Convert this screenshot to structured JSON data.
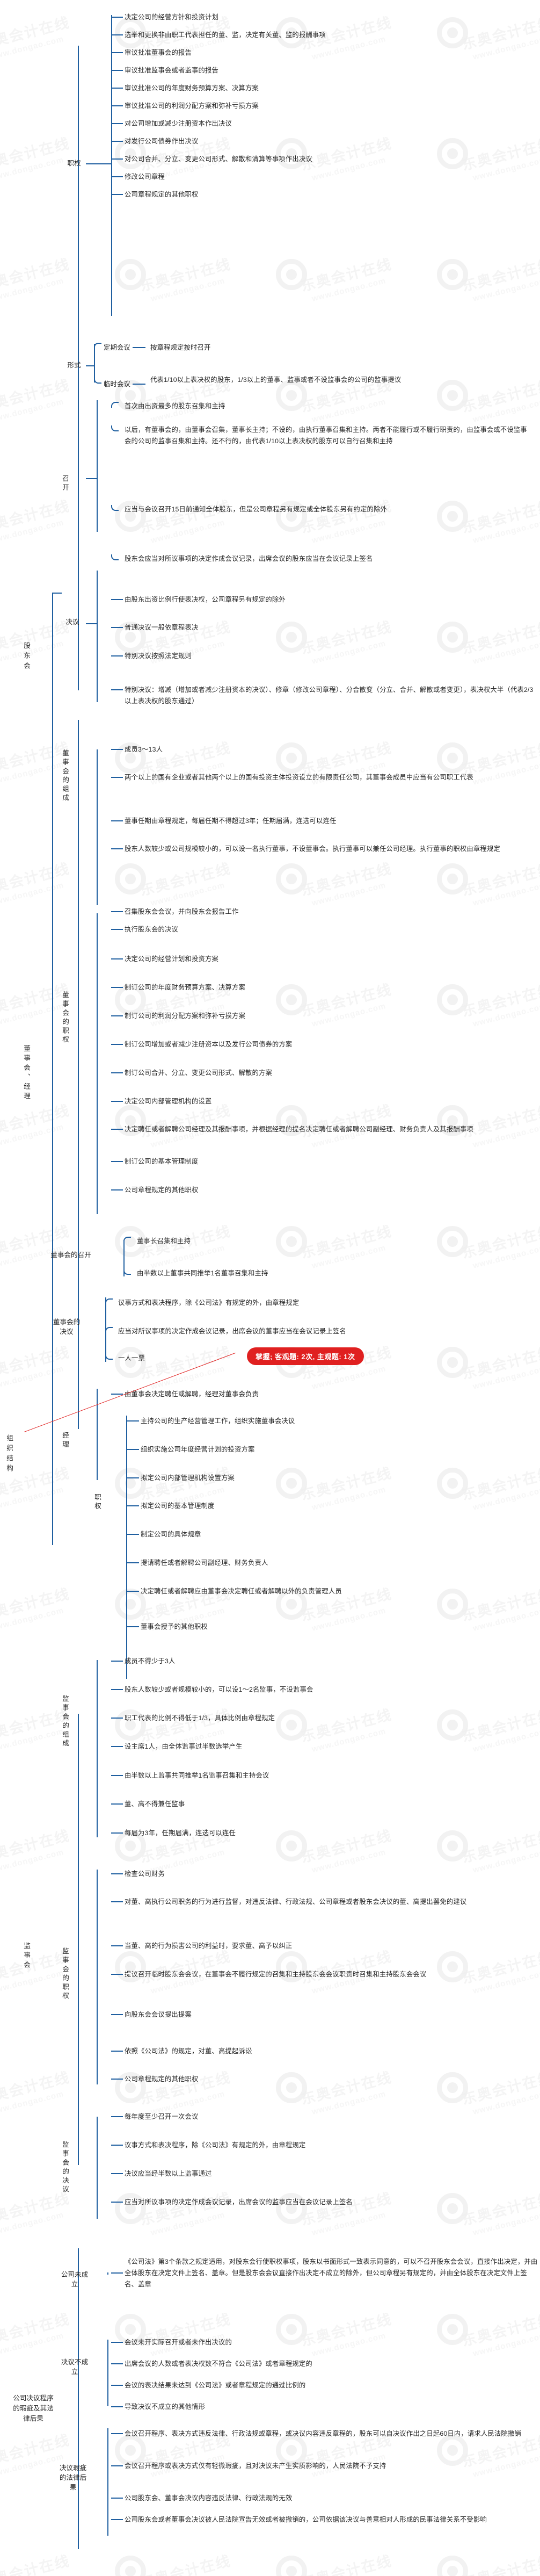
{
  "root": {
    "label": "组织结构"
  },
  "colors": {
    "line": "#1f5fa0",
    "text": "#262626",
    "badge": "#e02020"
  },
  "watermark": {
    "brand": "东奥会计在线",
    "url": "www.dongao.com"
  },
  "badge": {
    "text": "掌握; 客观题: 2次, 主观题: 1次"
  },
  "branches": {
    "shareholders_meeting": {
      "label": "股东会",
      "groups": {
        "powers": {
          "label": "职权",
          "items": [
            "决定公司的经营方针和投资计划",
            "选举和更换非由职工代表担任的董、监，决定有关董、监的报酬事项",
            "审议批准董事会的报告",
            "审议批准监事会或者监事的报告",
            "审议批准公司的年度财务预算方案、决算方案",
            "审议批准公司的利润分配方案和弥补亏损方案",
            "对公司增加或减少注册资本作出决议",
            "对发行公司债券作出决议",
            "对公司合并、分立、变更公司形式、解散和清算等事项作出决议",
            "修改公司章程",
            "公司章程规定的其他职权"
          ]
        },
        "forms": {
          "label": "形式",
          "items": [
            {
              "name": "定期会议",
              "detail": "按章程规定按时召开"
            },
            {
              "name": "临时会议",
              "detail": "代表1/10以上表决权的股东，1/3以上的董事、监事或者不设监事会的公司的监事提议"
            }
          ]
        },
        "convening": {
          "label": "召开",
          "items": [
            "首次由出资最多的股东召集和主持",
            "以后，有董事会的，由董事会召集，董事长主持；不设的，由执行董事召集和主持。两者不能履行或不履行职责的，由监事会或不设监事会的公司的监事召集和主持。还不行的，由代表1/10以上表决权的股东可以自行召集和主持",
            "应当与会议召开15日前通知全体股东，但是公司章程另有规定或全体股东另有约定的除外",
            "股东会应当对所议事项的决定作成会议记录，出席会议的股东应当在会议记录上签名"
          ]
        },
        "resolutions": {
          "label": "决议",
          "items": [
            "由股东出资比例行使表决权，公司章程另有规定的除外",
            "普通决议一般依章程表决",
            "特别决议按照法定规则",
            "特别决议：增减（增加或者减少注册资本的决议）、修章（修改公司章程）、分合散变（分立、合并、解散或者变更），表决权大半（代表2/3以上表决权的股东通过）"
          ]
        }
      }
    },
    "board_and_manager": {
      "label": "董事会、经理",
      "groups": {
        "board_composition": {
          "label": "董事会的组成",
          "items": [
            "成员3～13人",
            "两个以上的国有企业或者其他两个以上的国有投资主体投资设立的有限责任公司，其董事会成员中应当有公司职工代表",
            "董事任期由章程规定，每届任期不得超过3年；任期届满，连选可以连任",
            "股东人数较少或公司规模较小的，可以设一名执行董事，不设董事会。执行董事可以兼任公司经理。执行董事的职权由章程规定"
          ]
        },
        "board_powers": {
          "label": "董事会的职权",
          "items": [
            "召集股东会会议，并向股东会报告工作",
            "执行股东会的决议",
            "决定公司的经营计划和投资方案",
            "制订公司的年度财务预算方案、决算方案",
            "制订公司的利润分配方案和弥补亏损方案",
            "制订公司增加或者减少注册资本以及发行公司债券的方案",
            "制订公司合并、分立、变更公司形式、解散的方案",
            "决定公司内部管理机构的设置",
            "决定聘任或者解聘公司经理及其报酬事项，并根据经理的提名决定聘任或者解聘公司副经理、财务负责人及其报酬事项",
            "制订公司的基本管理制度",
            "公司章程规定的其他职权"
          ]
        },
        "board_convening": {
          "label": "董事会的召开",
          "items": [
            "董事长召集和主持",
            "由半数以上董事共同推举1名董事召集和主持"
          ]
        },
        "board_resolutions": {
          "label": "董事会的决议",
          "items": [
            "议事方式和表决程序，除《公司法》有规定的外，由章程规定",
            "应当对所议事项的决定作成会议记录，出席会议的董事应当在会议记录上签名",
            "一人一票"
          ]
        },
        "manager": {
          "label": "经理",
          "appointment": "由董事会决定聘任或解聘，经理对董事会负责",
          "powers_label": "职权",
          "powers": [
            "主持公司的生产经营管理工作，组织实施董事会决议",
            "组织实施公司年度经营计划的投资方案",
            "拟定公司内部管理机构设置方案",
            "拟定公司的基本管理制度",
            "制定公司的具体规章",
            "提请聘任或者解聘公司副经理、财务负责人",
            "决定聘任或者解聘应由董事会决定聘任或者解聘以外的负责管理人员",
            "董事会授予的其他职权"
          ]
        }
      }
    },
    "supervisory_board": {
      "label": "监事会",
      "groups": {
        "composition": {
          "label": "监事会的组成",
          "items": [
            "成员不得少于3人",
            "股东人数较少或者规模较小的，可以设1～2名监事，不设监事会",
            "职工代表的比例不得低于1/3，具体比例由章程规定",
            "设主席1人，由全体监事过半数选举产生",
            "由半数以上监事共同推举1名监事召集和主持会议",
            "董、高不得兼任监事",
            "每届为3年，任期届满，连选可以连任"
          ]
        },
        "powers": {
          "label": "监事会的职权",
          "items": [
            "检查公司财务",
            "对董、高执行公司职务的行为进行监督，对违反法律、行政法规、公司章程或者股东会决议的董、高提出罢免的建议",
            "当董、高的行为损害公司的利益时，要求董、高予以纠正",
            "提议召开临时股东会会议，在董事会不履行规定的召集和主持股东会会议职责时召集和主持股东会会议",
            "向股东会会议提出提案",
            "依照《公司法》的规定，对董、高提起诉讼",
            "公司章程规定的其他职权"
          ]
        },
        "resolutions": {
          "label": "监事会的决议",
          "items": [
            "每年度至少召开一次会议",
            "议事方式和表决程序，除《公司法》有规定的外，由章程规定",
            "决议应当经半数以上监事通过",
            "应当对所议事项的决定作成会议记录，出席会议的监事应当在会议记录上签名"
          ]
        }
      }
    },
    "decision_procedure": {
      "label": "公司决议程序的瑕疵及其法律后果",
      "groups": {
        "not_established": {
          "label": "公司未成立",
          "items": [
            "《公司法》第3个条款之规定适用，对股东会行使职权事项，股东以书面形式一致表示同意的，可以不召开股东会会议，直接作出决定，并由全体股东在决定文件上签名、盖章。但是股东会会议直接作出决定不成立的除外，但公司章程另有规定的，并由全体股东在决定文件上签名、盖章"
          ]
        },
        "resolution_not_established": {
          "label": "决议不成立",
          "items": [
            "会议未开实际召开或者未作出决议的",
            "出席会议的人数或者表决权数不符合《公司法》或者章程规定的",
            "会议的表决结果未达到《公司法》或者章程规定的通过比例的",
            "导致决议不成立的其他情形"
          ]
        },
        "legal_consequences": {
          "label": "决议瑕疵的法律后果",
          "items": [
            "会议召开程序、表决方式违反法律、行政法规或章程，或决议内容违反章程的，股东可以自决议作出之日起60日内，请求人民法院撤销",
            "会议召开程序或表决方式仅有轻微瑕疵，且对决议未产生实质影响的，人民法院不予支持",
            "公司股东会、董事会决议内容违反法律、行政法规的无效",
            "公司股东会或者董事会决议被人民法院宣告无效或者被撤销的，公司依据该决议与善意相对人形成的民事法律关系不受影响"
          ]
        }
      }
    }
  }
}
